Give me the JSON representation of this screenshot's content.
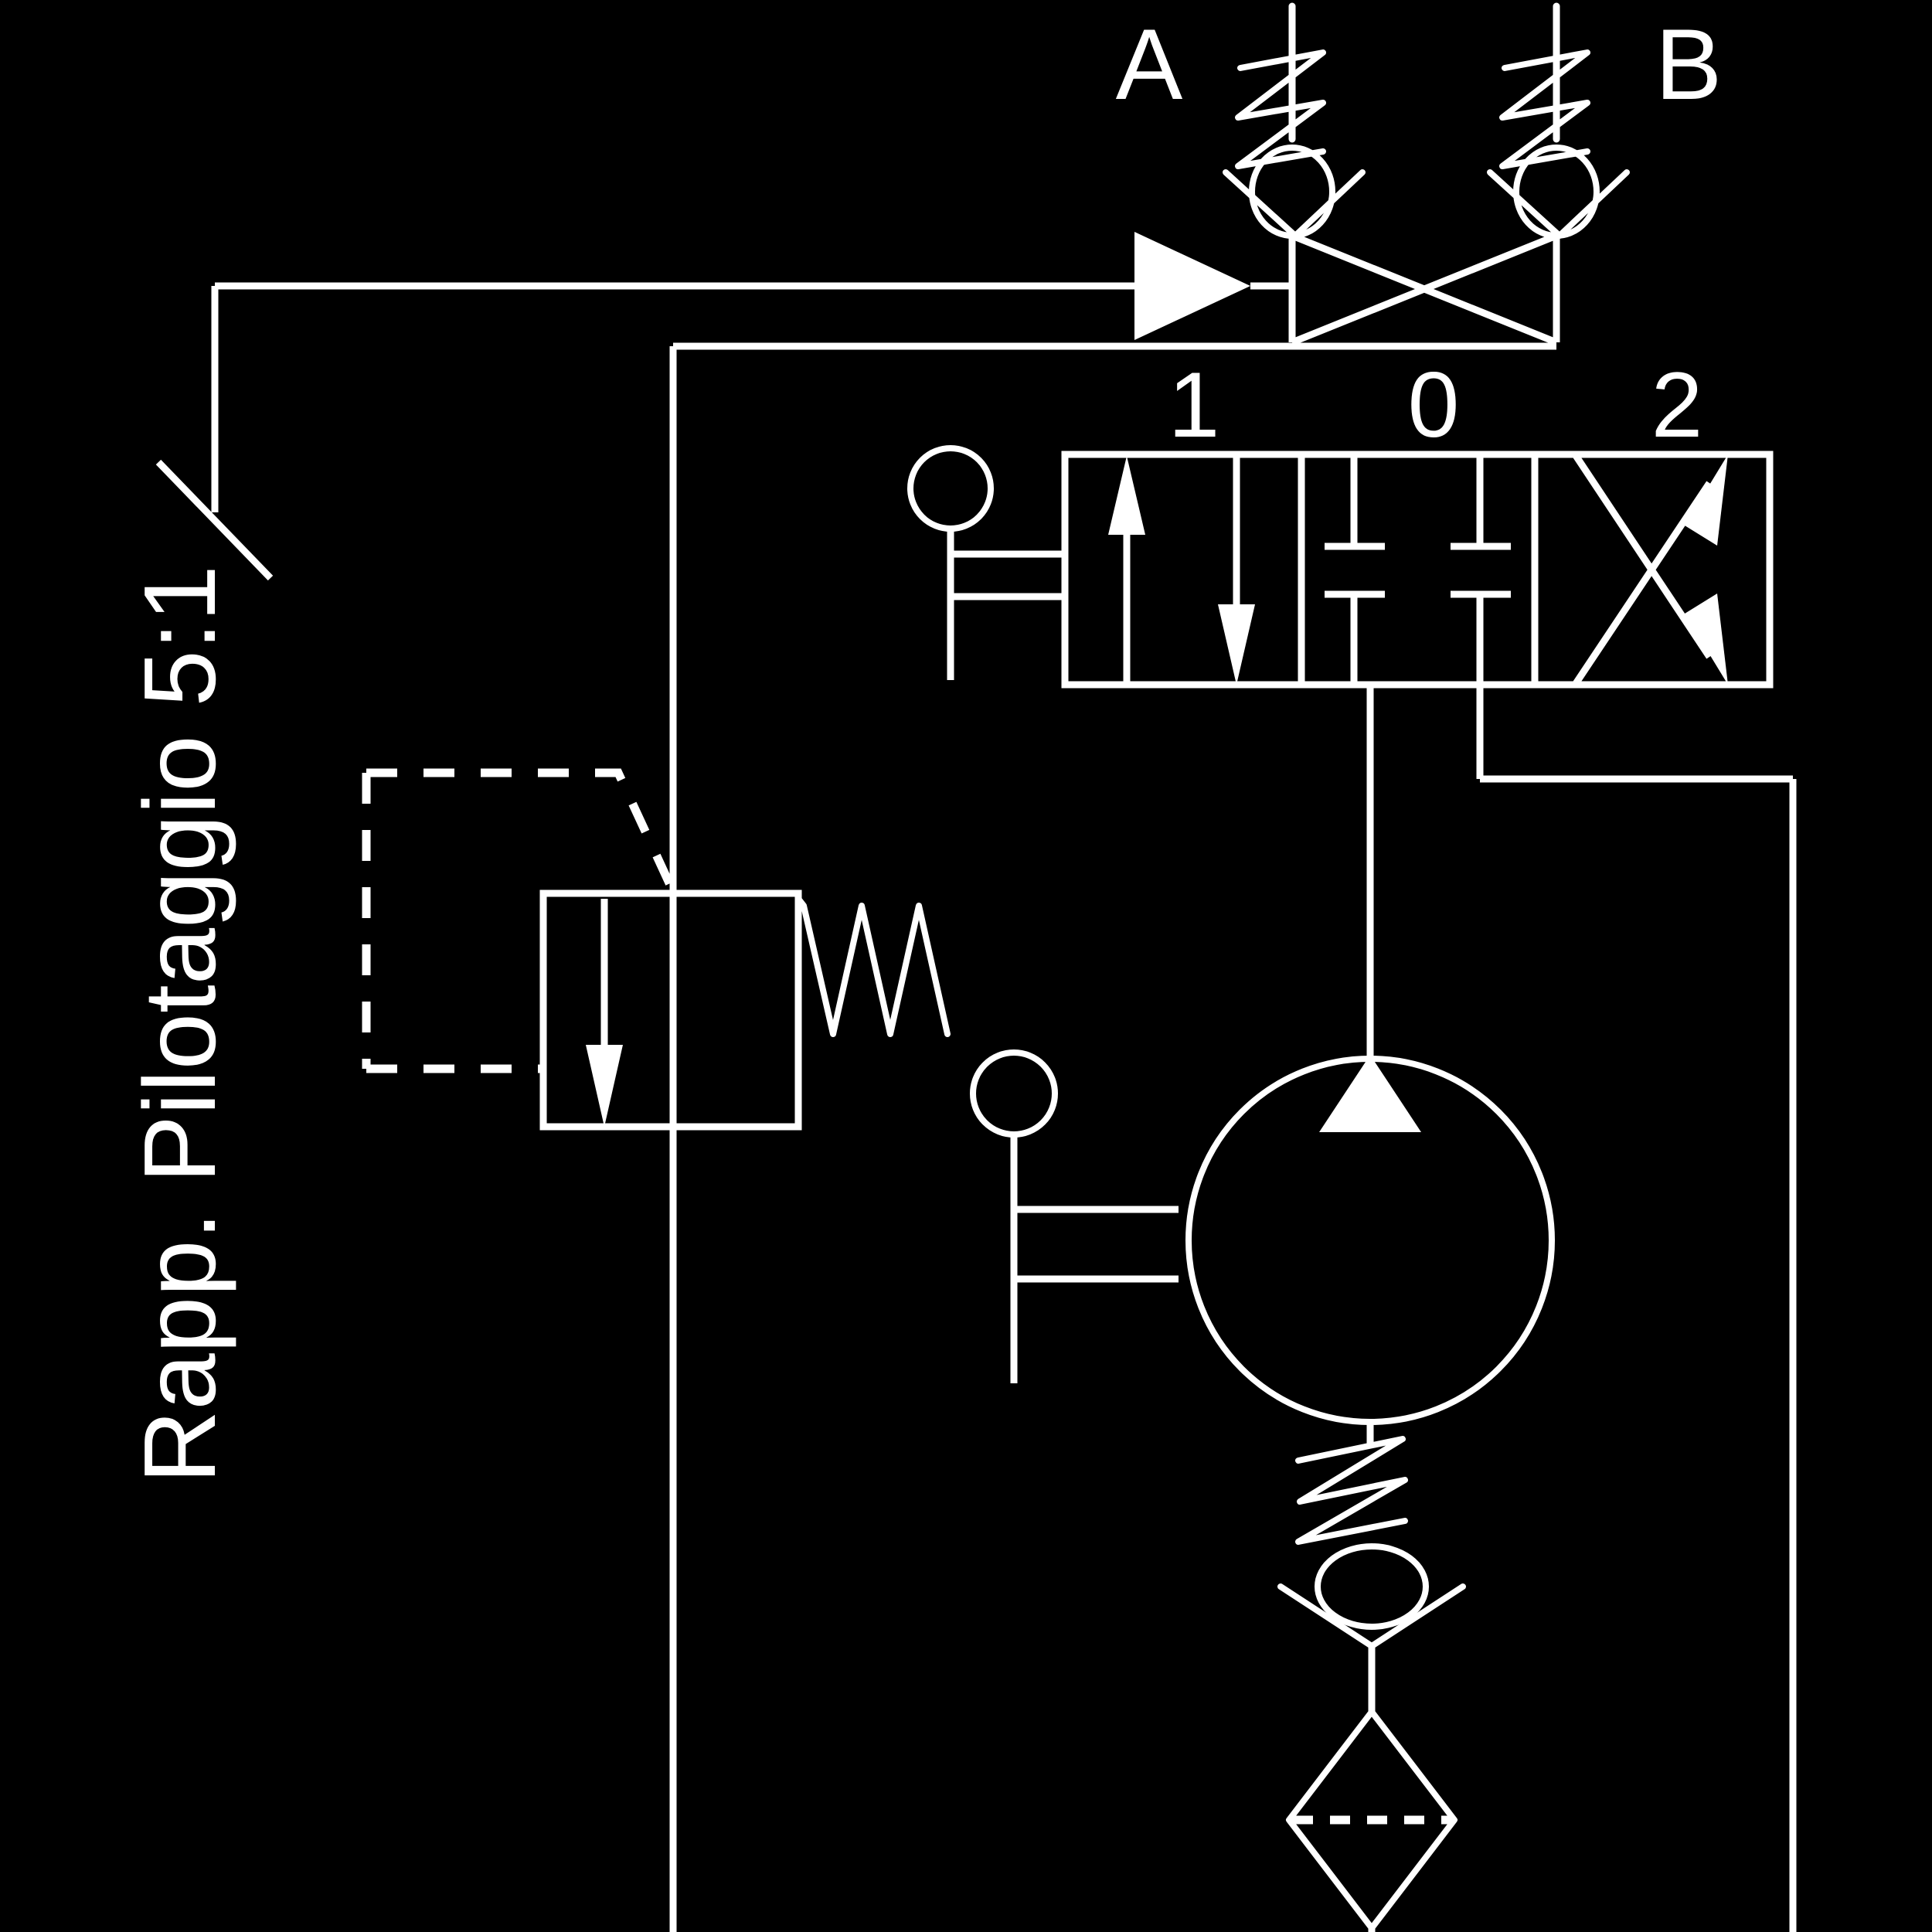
{
  "diagram": {
    "title": "Hydraulic circuit schematic",
    "background_color": "#000000",
    "line_color": "#ffffff",
    "annotation": {
      "pilot_ratio_label": "Rapp. Pilotaggio 5:1"
    },
    "ports": {
      "a_label": "A",
      "b_label": "B"
    },
    "directional_valve": {
      "name": "3-position directional control valve",
      "position_labels": [
        "1",
        "0",
        "2"
      ],
      "position_1": "parallel-arrows",
      "position_0": "closed-center-blocked",
      "position_2": "crossed-arrows",
      "actuator": "manual-button-detent"
    },
    "relief_valve": {
      "name": "pilot-operated pressure relief valve",
      "spring": "adjustable-spring",
      "pilot": "dashed-remote-pilot-line",
      "flow_arrow": "down-arrow"
    },
    "pump": {
      "name": "hydraulic pump",
      "flow_arrow": "filled-triangle-up",
      "actuator": "manual-button"
    },
    "check_valves": {
      "a_valve": "spring-loaded-check-valve",
      "b_valve": "spring-loaded-check-valve",
      "suction_valve": "spring-loaded-check-valve"
    },
    "filter": {
      "name": "suction-filter",
      "symbol": "diamond-with-dashed-centerline"
    }
  }
}
